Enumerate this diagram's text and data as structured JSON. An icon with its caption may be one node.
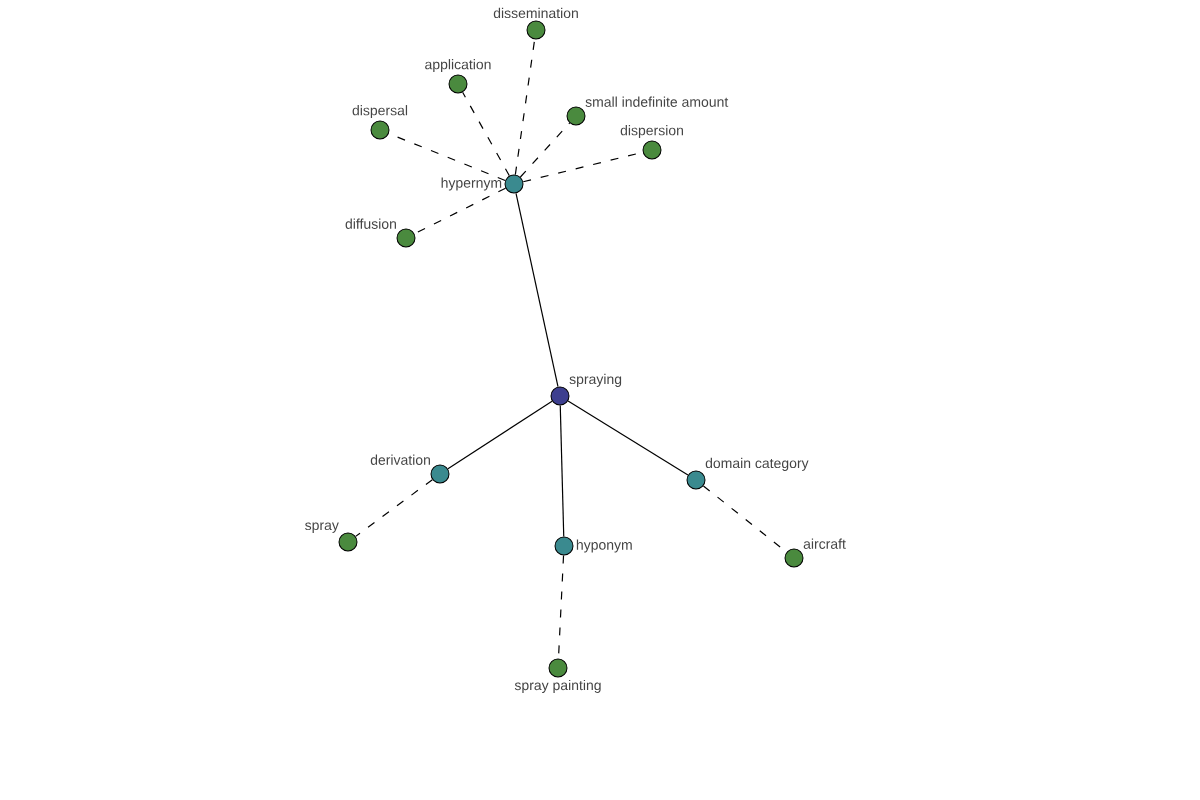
{
  "diagram": {
    "nodes": [
      {
        "text": [
          "spraying"
        ]
      },
      {
        "text": [
          "hypernym"
        ]
      },
      {
        "text": [
          "dissemination"
        ]
      },
      {
        "text": [
          "application"
        ]
      },
      {
        "text": [
          "small indefinite amount"
        ]
      },
      {
        "text": [
          "dispersal"
        ]
      },
      {
        "text": [
          "dispersion"
        ]
      },
      {
        "text": [
          "diffusion"
        ]
      },
      {
        "text": [
          "derivation"
        ]
      },
      {
        "text": [
          "spray"
        ]
      },
      {
        "text": [
          "hyponym"
        ]
      },
      {
        "text": [
          "spray painting"
        ]
      },
      {
        "text": [
          "domain category"
        ]
      },
      {
        "text": [
          "aircraft"
        ]
      }
    ],
    "edges": [
      {
        "from": 0,
        "to": 1,
        "arrow": "none"
      },
      {
        "from": 1,
        "to": 2,
        "arrow": "none",
        "style": "dashed"
      },
      {
        "from": 1,
        "to": 3,
        "arrow": "none",
        "style": "dashed"
      },
      {
        "from": 1,
        "to": 4,
        "arrow": "none",
        "style": "dashed"
      },
      {
        "from": 1,
        "to": 5,
        "arrow": "none",
        "style": "dashed"
      },
      {
        "from": 1,
        "to": 6,
        "arrow": "none",
        "style": "dashed"
      },
      {
        "from": 1,
        "to": 7,
        "arrow": "none",
        "style": "dashed"
      },
      {
        "from": 0,
        "to": 8,
        "arrow": "none"
      },
      {
        "from": 8,
        "to": 9,
        "arrow": "none",
        "style": "dashed"
      },
      {
        "from": 0,
        "to": 10,
        "arrow": "none"
      },
      {
        "from": 10,
        "to": 11,
        "arrow": "none",
        "style": "dashed"
      },
      {
        "from": 0,
        "to": 12,
        "arrow": "none"
      },
      {
        "from": 12,
        "to": 13,
        "arrow": "none",
        "style": "dashed"
      }
    ]
  }
}
